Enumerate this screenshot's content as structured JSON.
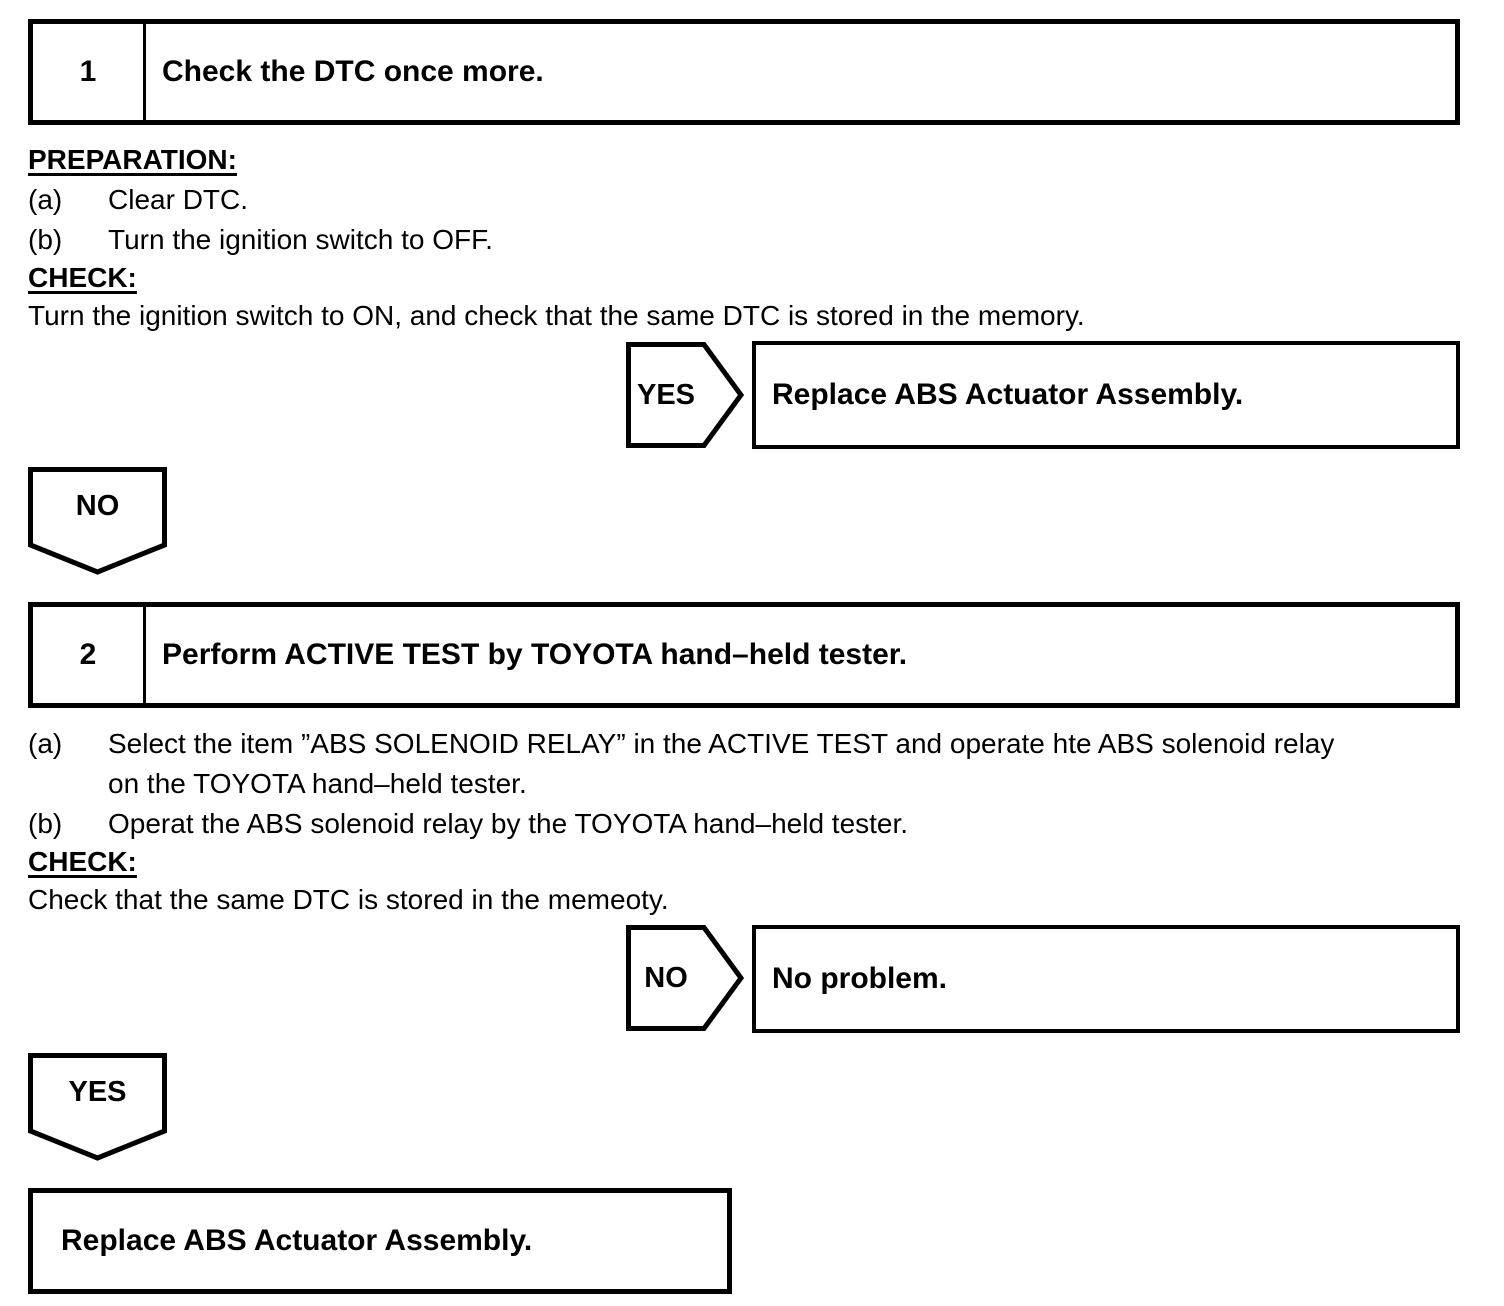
{
  "document": {
    "colors": {
      "ink": "#000000",
      "paper": "#ffffff"
    },
    "steps": [
      {
        "number": "1",
        "title": "Check the DTC once more.",
        "preparation": {
          "heading": "PREPARATION:",
          "items": [
            {
              "marker": "(a)",
              "lines": [
                "Clear DTC."
              ]
            },
            {
              "marker": "(b)",
              "lines": [
                "Turn the ignition switch to OFF."
              ]
            }
          ]
        },
        "check": {
          "heading": "CHECK:",
          "text": "Turn the ignition switch to ON, and check that the same DTC is stored in the memory."
        },
        "branch": {
          "label": "YES",
          "result": "Replace ABS Actuator Assembly."
        },
        "flow": {
          "label": "NO"
        }
      },
      {
        "number": "2",
        "title": "Perform ACTIVE TEST by TOYOTA hand–held tester.",
        "procedure": {
          "items": [
            {
              "marker": "(a)",
              "lines": [
                "Select the item ”ABS SOLENOID RELAY” in the ACTIVE TEST and operate hte ABS solenoid relay",
                "on the TOYOTA hand–held tester."
              ]
            },
            {
              "marker": "(b)",
              "lines": [
                "Operat the ABS solenoid relay by the TOYOTA hand–held tester."
              ]
            }
          ]
        },
        "check": {
          "heading": "CHECK:",
          "text": "Check that the same DTC is stored in the memeoty."
        },
        "branch": {
          "label": "NO",
          "result": "No problem."
        },
        "flow": {
          "label": "YES"
        }
      }
    ],
    "final_result": "Replace ABS Actuator Assembly."
  }
}
